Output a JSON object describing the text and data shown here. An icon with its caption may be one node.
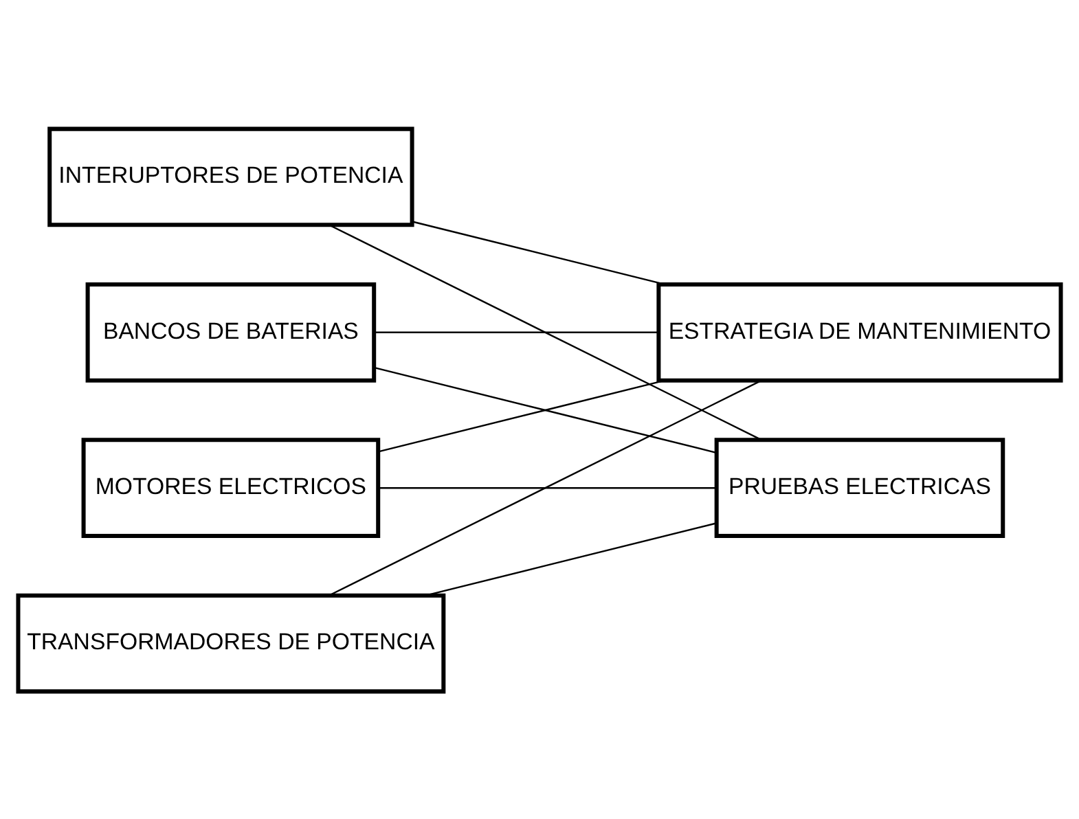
{
  "diagram": {
    "nodes": [
      {
        "text": [
          "MOTORES ELECTRICOS"
        ]
      },
      {
        "text": [
          "TRANSFORMADORES DE POTENCIA"
        ]
      },
      {
        "text": [
          "INTERUPTORES DE POTENCIA"
        ]
      },
      {
        "text": [
          "BANCOS DE BATERIAS"
        ]
      },
      {
        "text": [
          "ESTRATEGIA DE MANTENIMIENTO"
        ]
      },
      {
        "text": [
          "PRUEBAS ELECTRICAS"
        ]
      }
    ],
    "edges": [
      {
        "from": 0,
        "to": 4,
        "arrow": "none"
      },
      {
        "from": 0,
        "to": 5,
        "arrow": "none"
      },
      {
        "from": 1,
        "to": 4,
        "arrow": "none"
      },
      {
        "from": 1,
        "to": 5,
        "arrow": "none"
      },
      {
        "from": 2,
        "to": 4,
        "arrow": "none"
      },
      {
        "from": 2,
        "to": 5,
        "arrow": "none"
      },
      {
        "from": 3,
        "to": 4,
        "arrow": "none"
      },
      {
        "from": 3,
        "to": 5,
        "arrow": "none"
      }
    ]
  }
}
